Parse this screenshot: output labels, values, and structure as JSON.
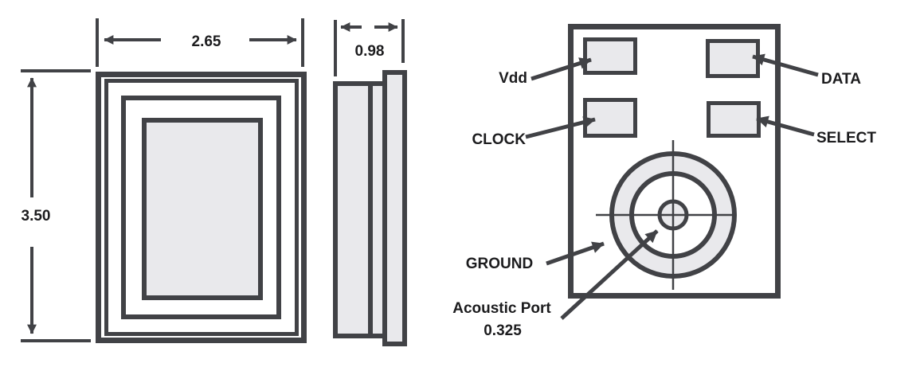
{
  "diagram": {
    "front_view": {
      "width_dim": "2.65",
      "height_dim": "3.50"
    },
    "side_view": {
      "thickness_dim": "0.98"
    },
    "bottom_view": {
      "pad_labels": {
        "top_left": "Vdd",
        "top_right": "DATA",
        "bottom_left": "CLOCK",
        "bottom_right": "SELECT"
      },
      "ground_label": "GROUND",
      "acoustic_port_label": "Acoustic Port",
      "acoustic_port_dim": "0.325"
    },
    "colors": {
      "line": "#414246",
      "fill": "#e9e9ec",
      "text": "#1c1c1e",
      "background": "#ffffff"
    }
  }
}
